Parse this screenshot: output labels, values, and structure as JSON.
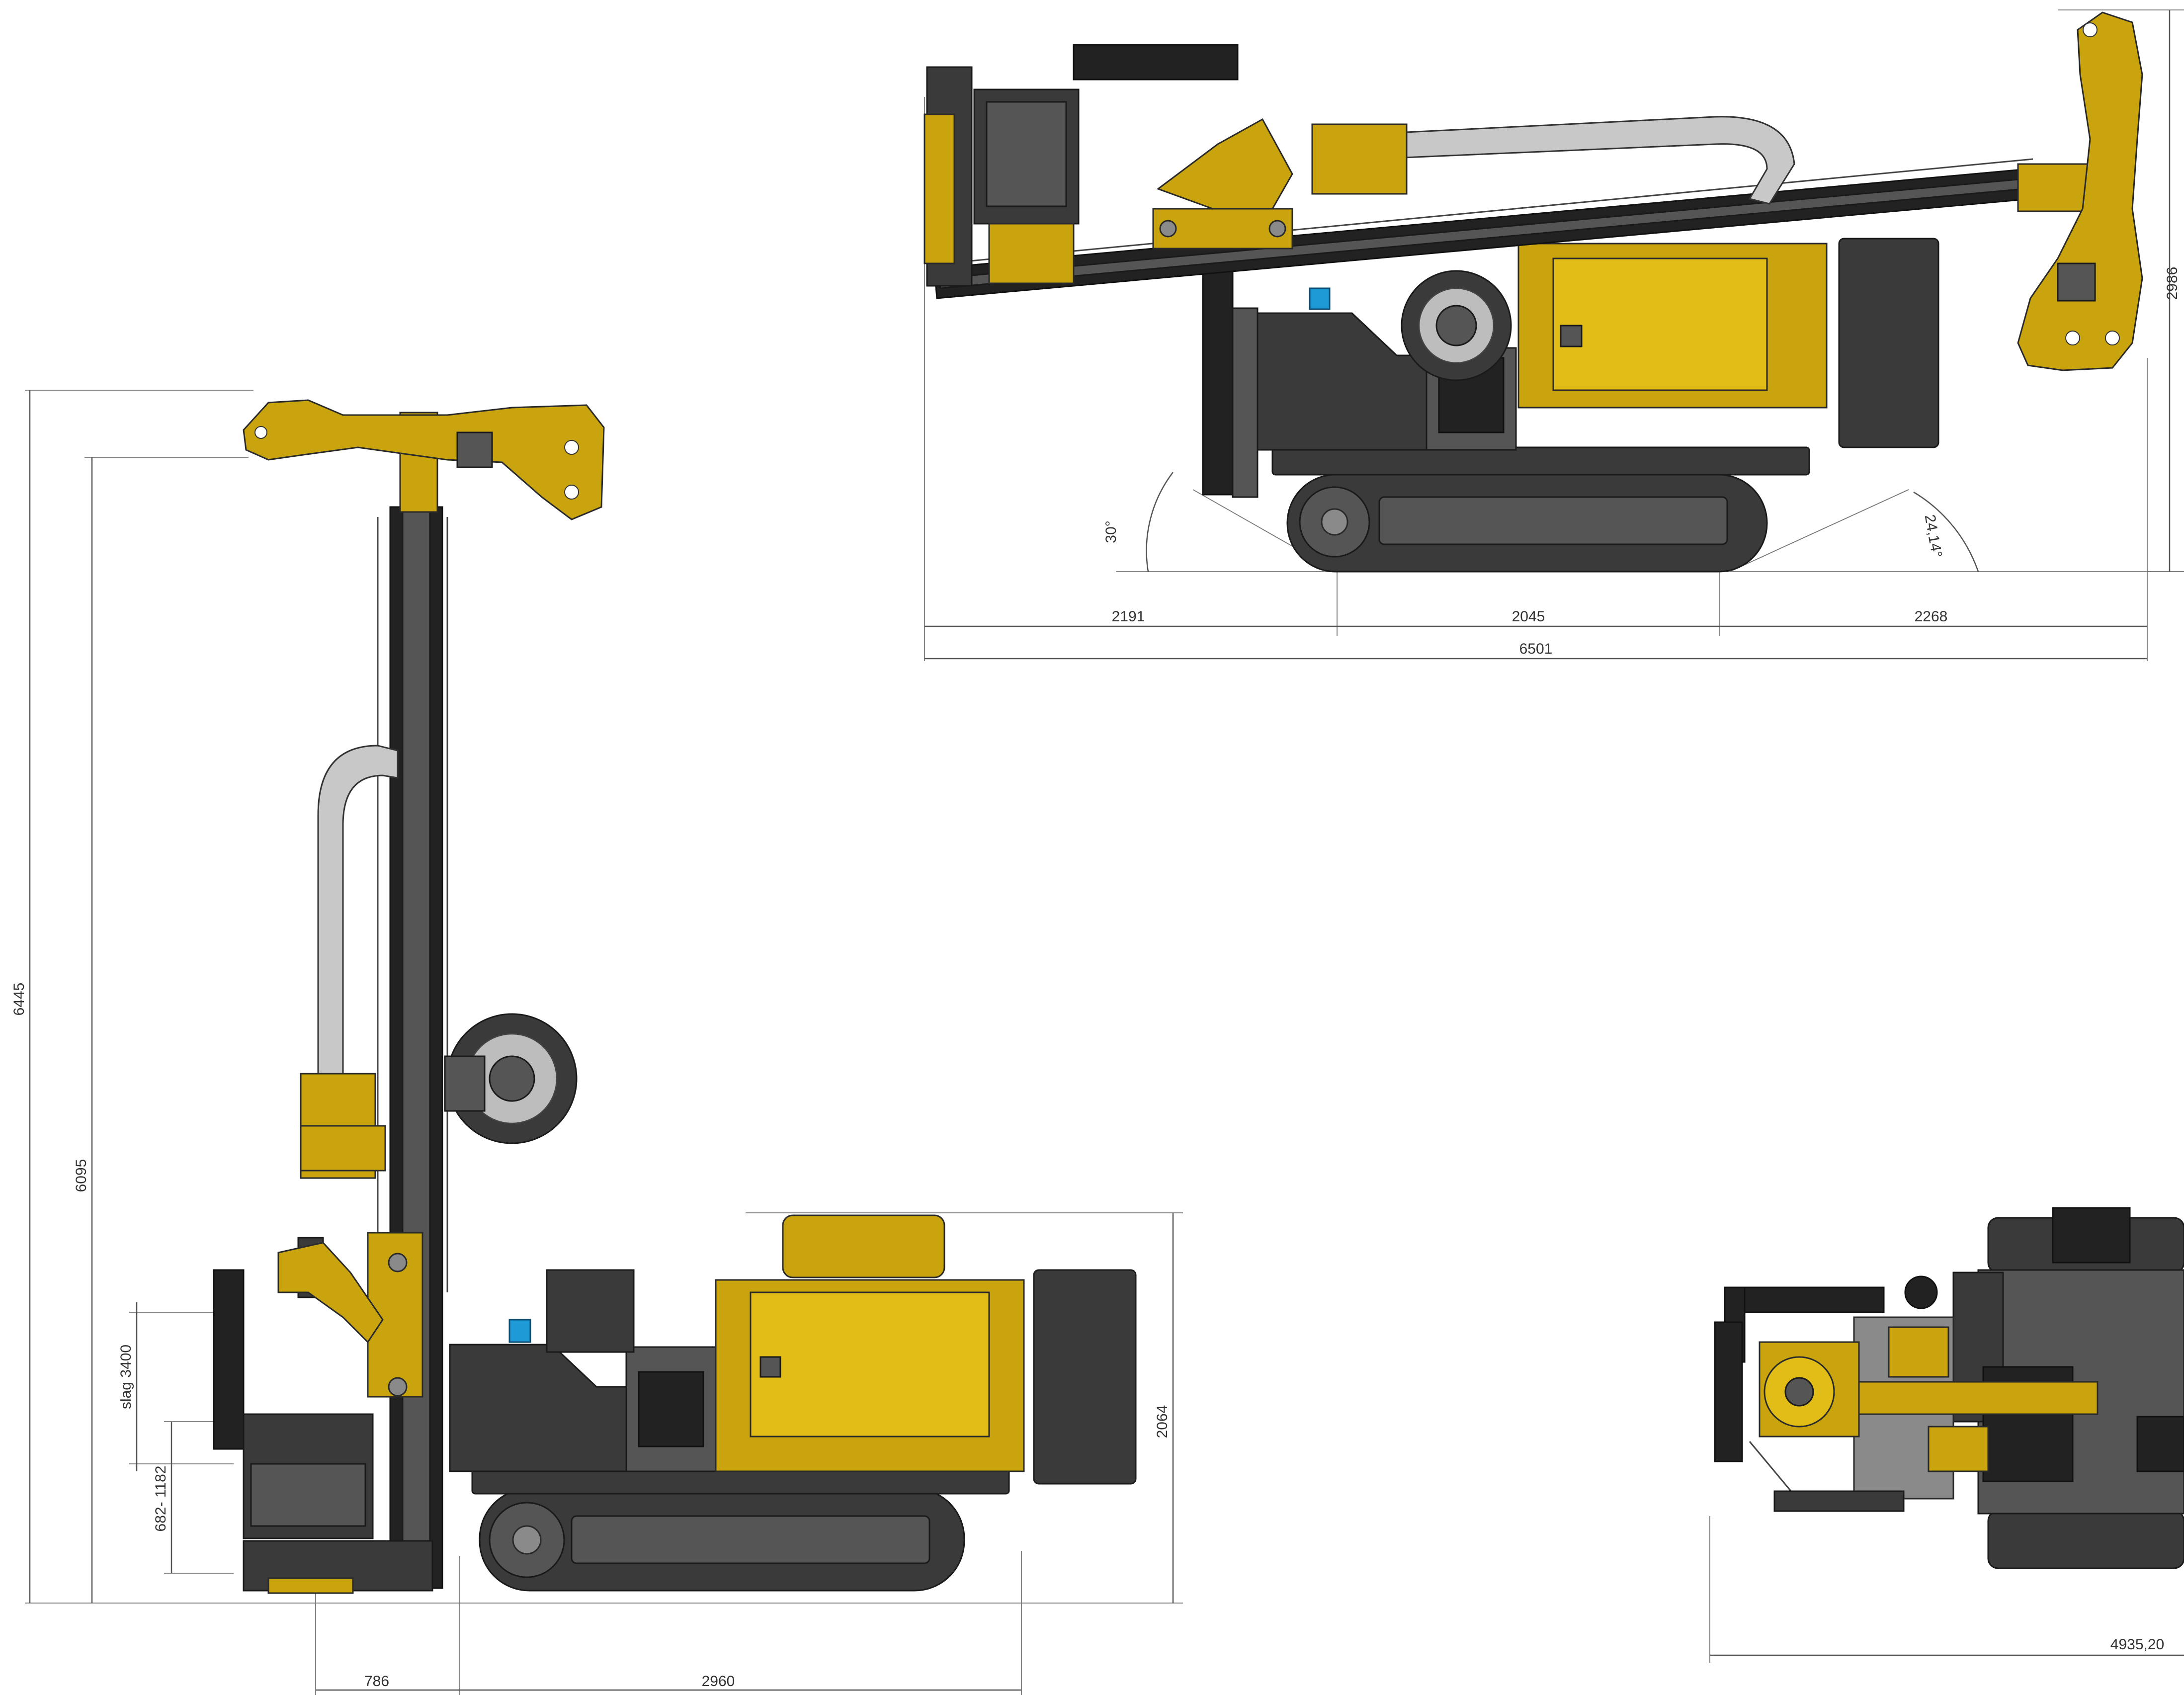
{
  "dimensions": {
    "side_view_upright": {
      "overall_height": "6445",
      "mast_height": "6095",
      "stroke": "slag 3400",
      "clamp_range": "682- 1182",
      "body_height": "2064",
      "front_offset": "786",
      "track_length": "2960"
    },
    "side_view_lowered": {
      "front_overhang": "2191",
      "track_center": "2045",
      "rear_overhang": "2268",
      "overall_length": "6501",
      "approach_angle": "30°",
      "departure_angle": "24,14°",
      "height_partial": "2986"
    },
    "top_view": {
      "length": "4935,20"
    }
  },
  "colors": {
    "yellow": "#c9a40e",
    "dark_grey": "#3a3a3a",
    "chain_grey": "#c8c8c8",
    "blue": "#1e9bd7"
  }
}
